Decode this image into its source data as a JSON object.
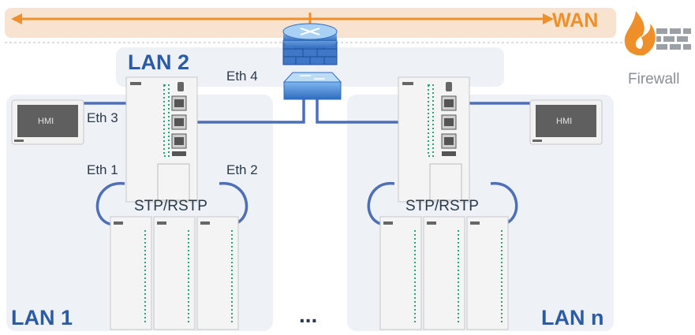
{
  "wan": {
    "label": "WAN"
  },
  "firewall": {
    "label": "Firewall",
    "icon": "firewall-icon"
  },
  "lans": [
    {
      "label": "LAN 2"
    },
    {
      "label": "LAN 1"
    },
    {
      "label": "LAN n"
    }
  ],
  "ports": {
    "eth1": "Eth 1",
    "eth2": "Eth 2",
    "eth3": "Eth 3",
    "eth4": "Eth 4"
  },
  "protocol": {
    "left": "STP/RSTP",
    "right": "STP/RSTP"
  },
  "hmi": {
    "left": "HMI",
    "right": "HMI"
  },
  "ellipsis": "...",
  "colors": {
    "wan": "#ef8f2a",
    "lan_text": "#2b5aa6",
    "link": "#4c6fb8",
    "switch": "#3a7fd0",
    "panel": "#eef1f6"
  }
}
